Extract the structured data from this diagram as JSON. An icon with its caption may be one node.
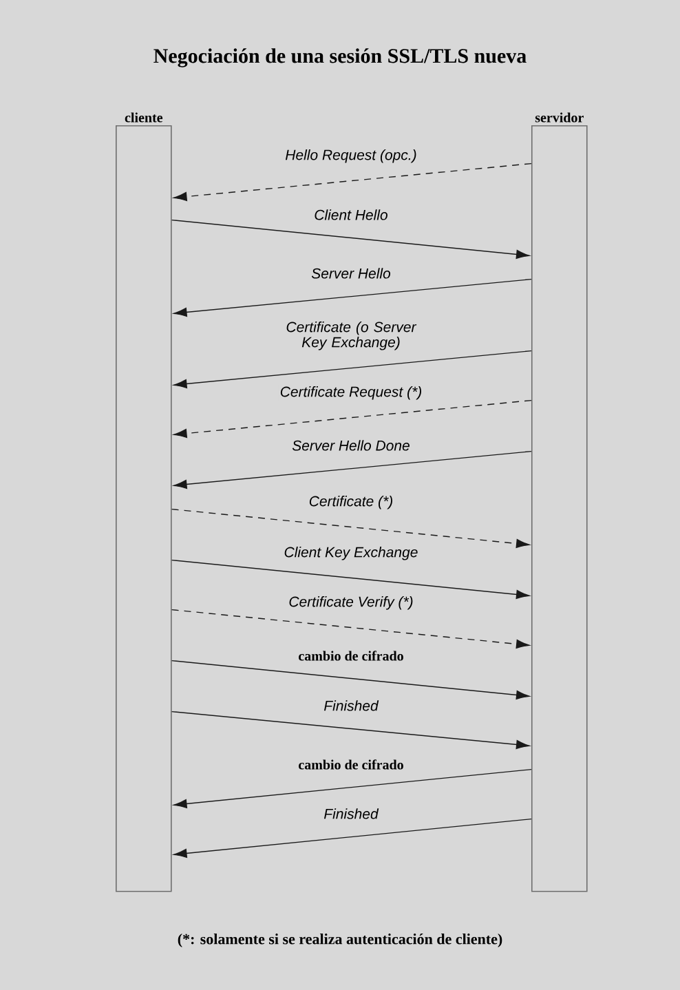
{
  "diagram": {
    "title": "Negociación de una sesión SSL/TLS nueva",
    "caption": "(*: solamente si se realiza autenticación de cliente)",
    "nodes": [
      {
        "text": [
          "cliente"
        ]
      },
      {
        "text": [
          "servidor"
        ]
      }
    ],
    "edges": [
      {
        "from": 1,
        "to": 0,
        "arrow": "to",
        "label": "*Hello Request* (opc.)",
        "style": "dashed"
      },
      {
        "from": 0,
        "to": 1,
        "arrow": "to",
        "label": "Client Hello"
      },
      {
        "from": 1,
        "to": 0,
        "arrow": "to",
        "label": "Server Hello"
      },
      {
        "from": 1,
        "to": 0,
        "arrow": "to",
        "label": "Certificate (o Server Key Exchange)"
      },
      {
        "from": 1,
        "to": 0,
        "arrow": "to",
        "label": "*Certificate Request* (*)",
        "style": "dashed"
      },
      {
        "from": 1,
        "to": 0,
        "arrow": "to",
        "label": "Server Hello Done"
      },
      {
        "from": 0,
        "to": 1,
        "arrow": "to",
        "label": "*Certificate* (*)",
        "style": "dashed"
      },
      {
        "from": 0,
        "to": 1,
        "arrow": "to",
        "label": "Client Key Exchange"
      },
      {
        "from": 0,
        "to": 1,
        "arrow": "to",
        "label": "*Certificate Verify* (*)",
        "style": "dashed"
      },
      {
        "from": 0,
        "to": 1,
        "arrow": "to",
        "label": "cambio de cifrado"
      },
      {
        "from": 0,
        "to": 1,
        "arrow": "to",
        "label": "Finished"
      },
      {
        "from": 1,
        "to": 0,
        "arrow": "to",
        "label": "cambio de cifrado"
      },
      {
        "from": 1,
        "to": 0,
        "arrow": "to",
        "label": "Finished"
      }
    ]
  }
}
